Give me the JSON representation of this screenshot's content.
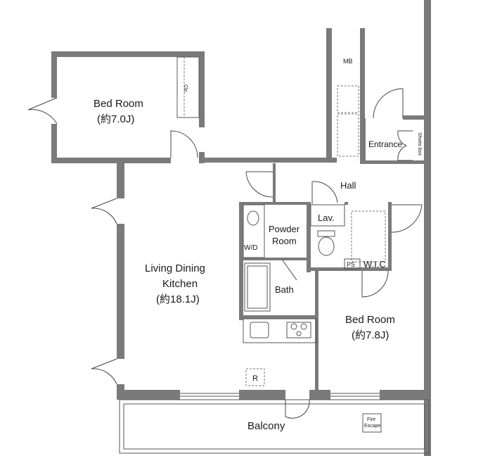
{
  "rooms": {
    "bed_room_1": {
      "name": "Bed Room",
      "size": "(約7.0J)"
    },
    "bed_room_2": {
      "name": "Bed Room",
      "size": "(約7.8J)"
    },
    "ldk": {
      "line1": "Living Dining",
      "line2": "Kitchen",
      "size": "(約18.1J)"
    },
    "powder_room": {
      "line1": "Powder",
      "line2": "Room"
    },
    "lavatory": "Lav.",
    "bath": "Bath",
    "hall": "Hall",
    "entrance": "Entrance",
    "balcony": "Balcony",
    "walk_in_closet": "W.I.C"
  },
  "fixtures": {
    "meter_box": "MB",
    "closet": "Clo.",
    "shoes_box": "Shoes box",
    "washer": "W/D",
    "pipe_space": "PS",
    "refrigerator": "R",
    "fire_escape_line1": "Fire",
    "fire_escape_line2": "Escape"
  }
}
